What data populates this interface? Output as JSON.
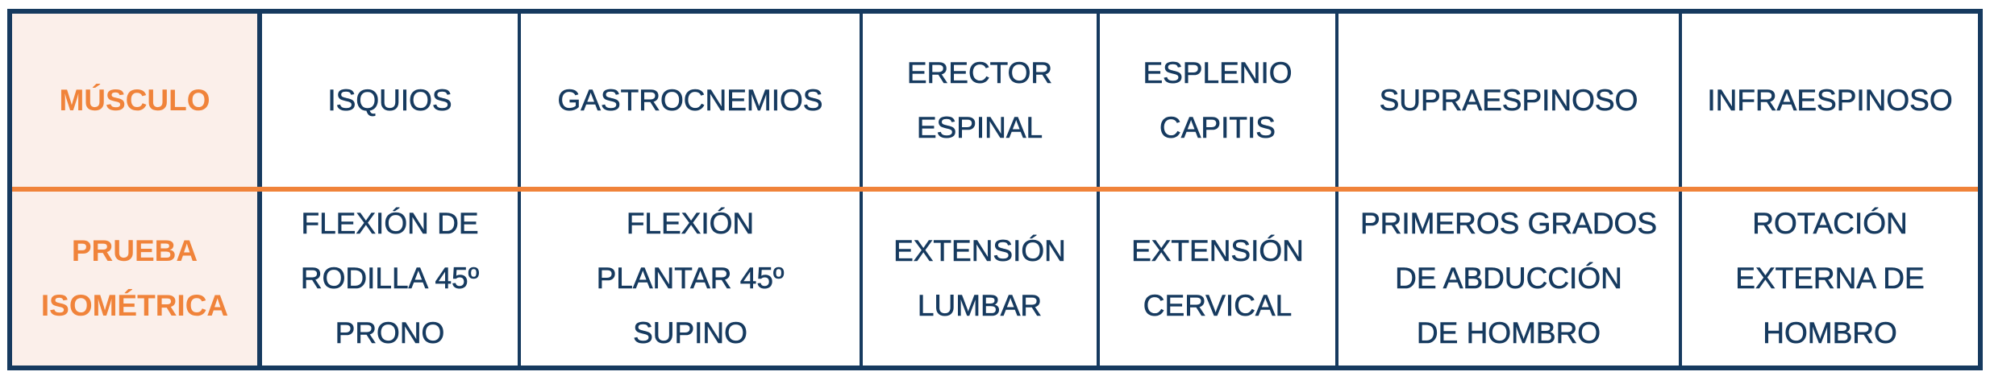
{
  "colors": {
    "border": "#163a5f",
    "accent": "#f0833a",
    "label_bg": "#fbefea",
    "text": "#163a5f"
  },
  "table": {
    "row_labels": {
      "muscle": "MÚSCULO",
      "test": "PRUEBA\nISOMÉTRICA"
    },
    "muscles": [
      "ISQUIOS",
      "GASTROCNEMIOS",
      "ERECTOR\nESPINAL",
      "ESPLENIO\nCAPITIS",
      "SUPRAESPINOSO",
      "INFRAESPINOSO"
    ],
    "tests": [
      "FLEXIÓN DE\nRODILLA 45º\nPRONO",
      "FLEXIÓN\nPLANTAR 45º\nSUPINO",
      "EXTENSIÓN\nLUMBAR",
      "EXTENSIÓN\nCERVICAL",
      "PRIMEROS GRADOS\nDE ABDUCCIÓN\nDE HOMBRO",
      "ROTACIÓN\nEXTERNA DE\nHOMBRO"
    ]
  }
}
